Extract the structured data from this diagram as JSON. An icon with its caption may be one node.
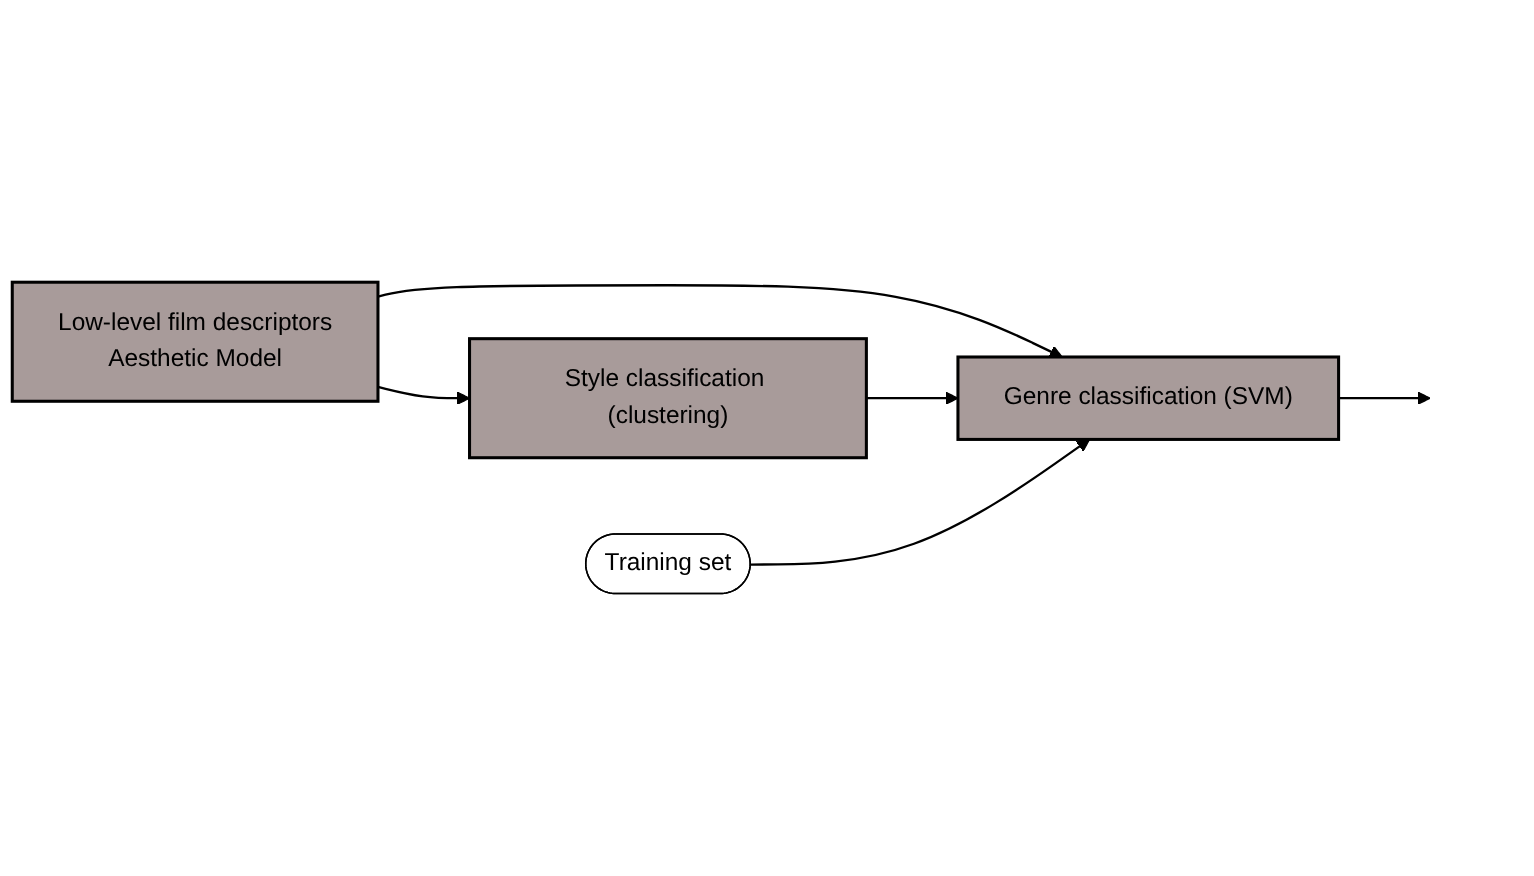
{
  "diagram": {
    "nodes": [
      {
        "text": [
          "Low-level film descriptors",
          "Aesthetic Model"
        ]
      },
      {
        "text": [
          "Style classification (clustering)"
        ]
      },
      {
        "text": [
          "Genre classification (SVM)"
        ]
      },
      {
        "text": [
          "Training set"
        ]
      }
    ],
    "edges": [
      {
        "from": 0,
        "to": 1,
        "arrow": "to"
      },
      {
        "from": 0,
        "to": 2,
        "arrow": "to"
      },
      {
        "from": 1,
        "to": 2,
        "arrow": "to"
      },
      {
        "from": 3,
        "to": 2,
        "arrow": "to"
      },
      {
        "from": 2,
        "to": null,
        "arrow": "to"
      }
    ]
  }
}
